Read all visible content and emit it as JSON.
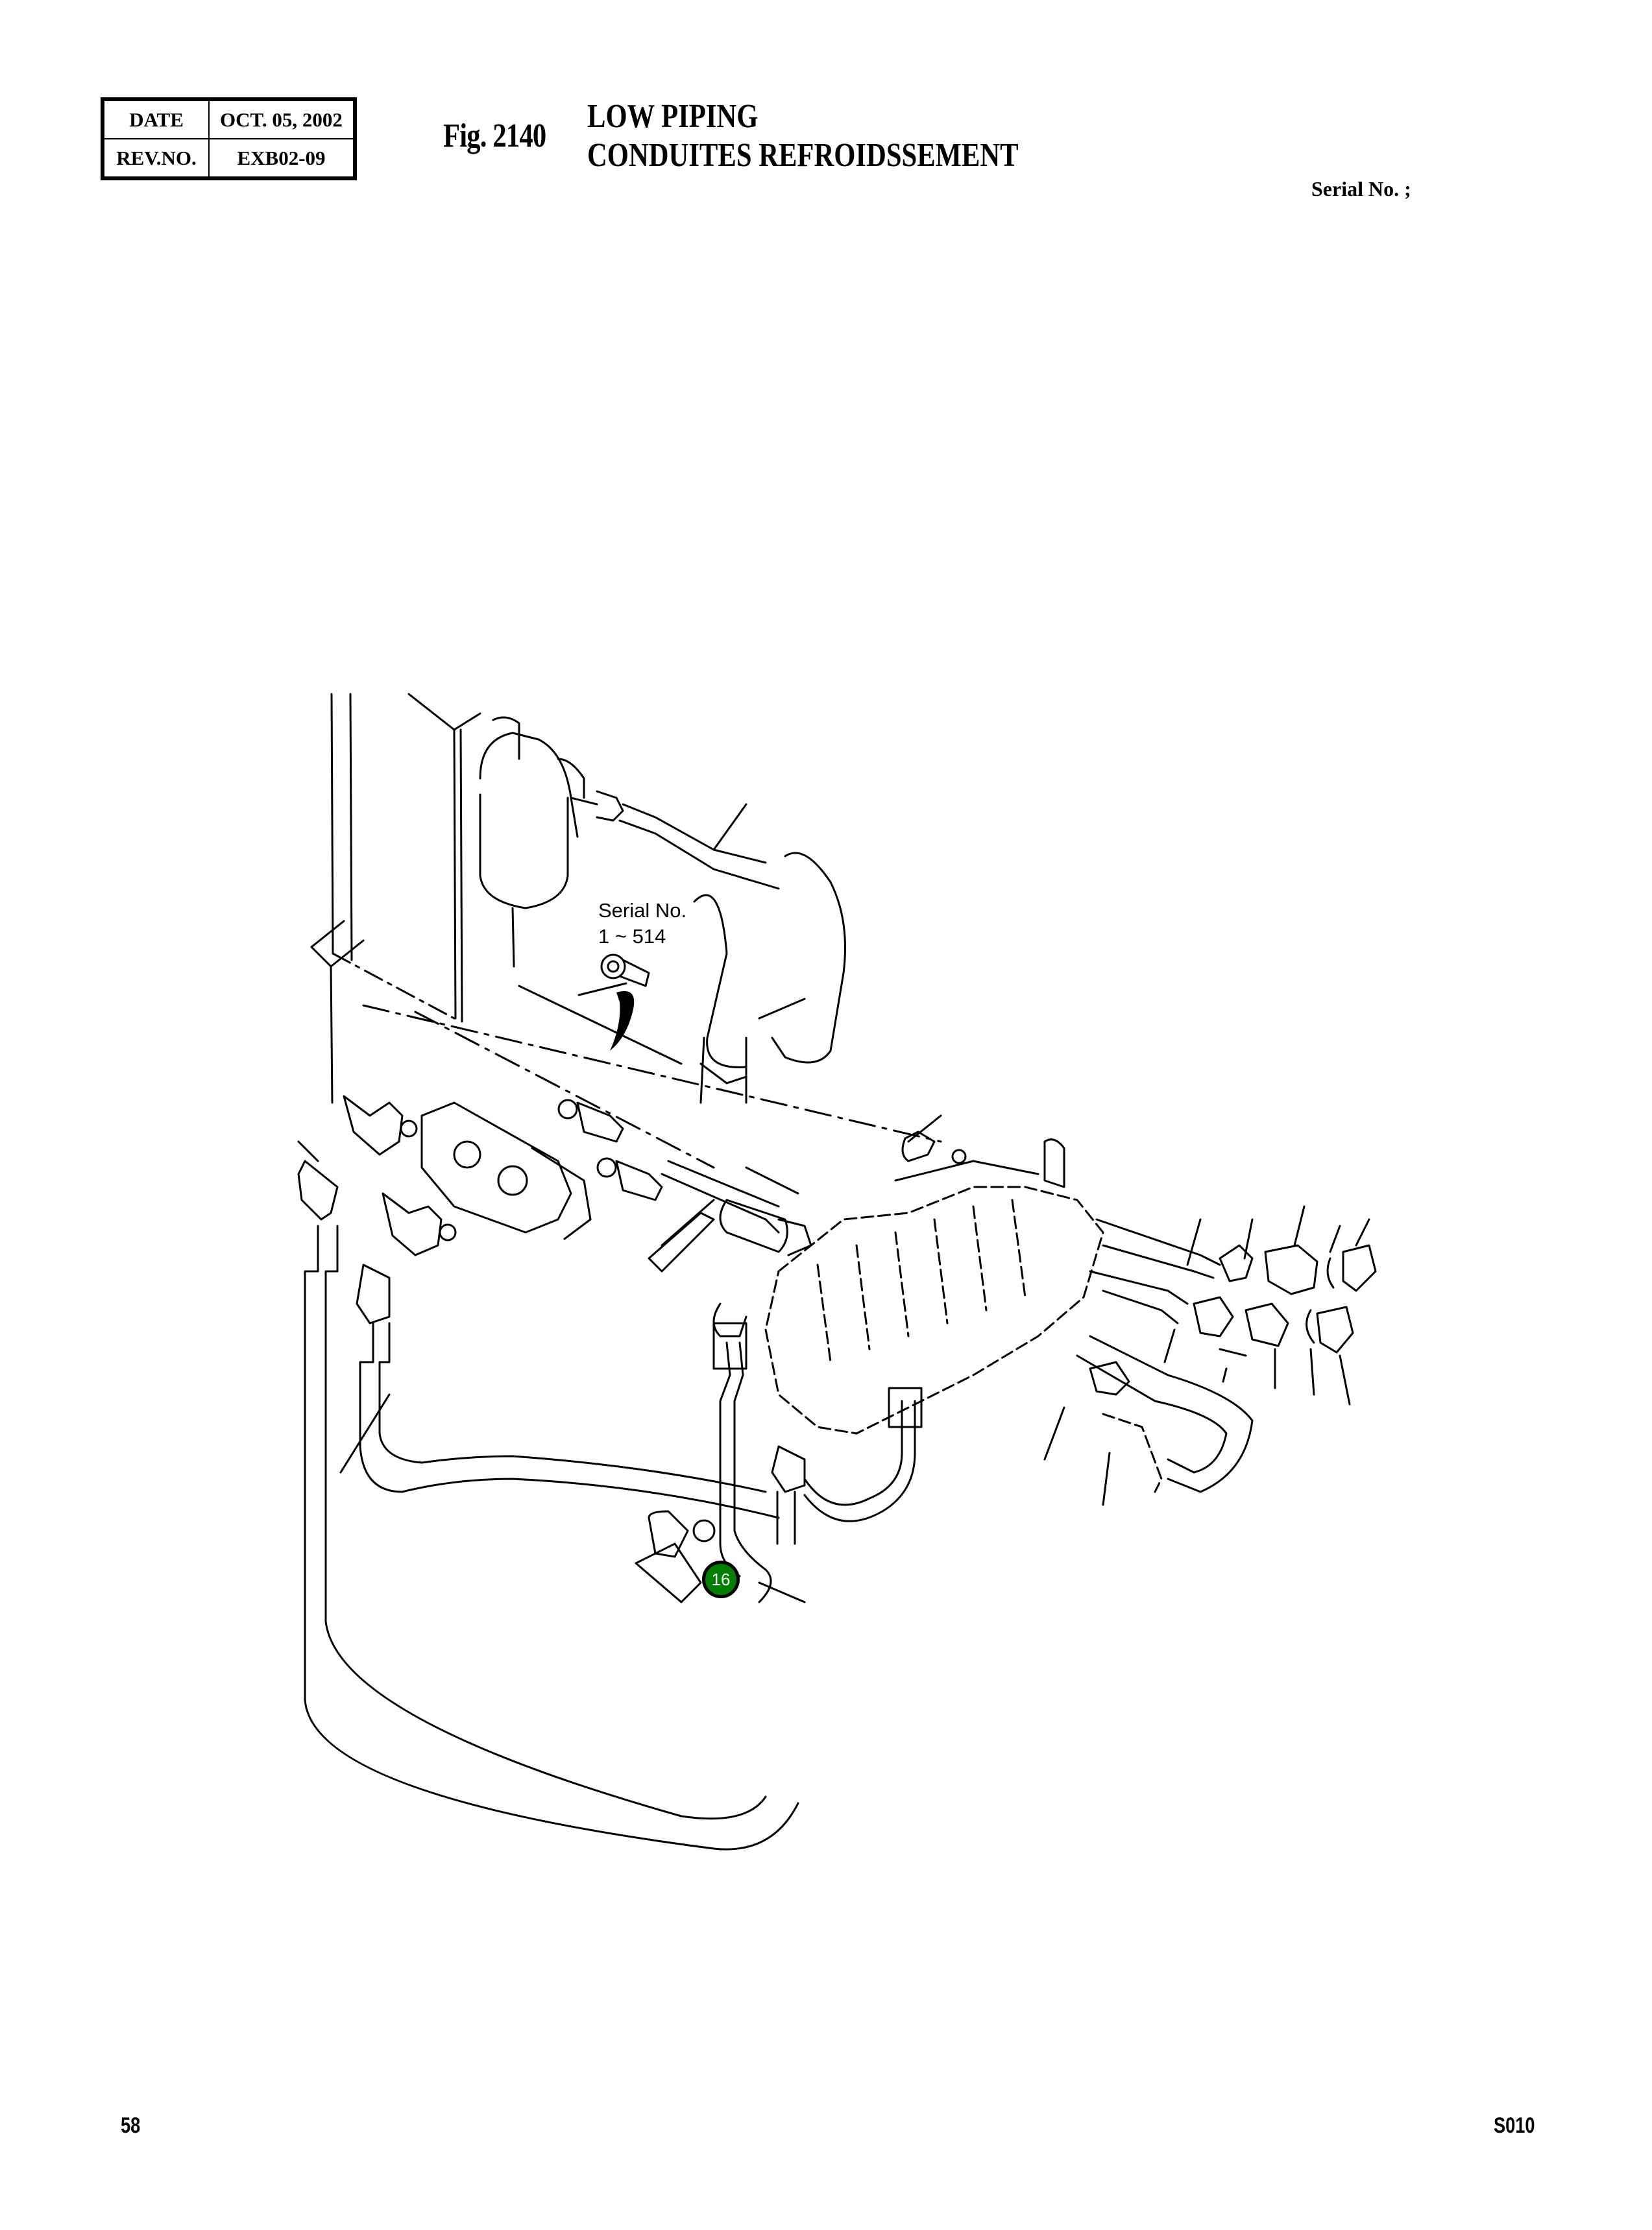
{
  "header": {
    "info_table": {
      "rows": [
        {
          "label": "DATE",
          "value": "OCT. 05, 2002"
        },
        {
          "label": "REV.NO.",
          "value": "EXB02-09"
        }
      ]
    },
    "figure_number": "Fig. 2140",
    "title_en": "LOW PIPING",
    "title_fr": "CONDUITES REFROIDSSEMENT",
    "serial_label": "Serial No. ;"
  },
  "diagram": {
    "description": "Exploded line-art view of low piping: radiator/oil filter, curved hose, hydraulic control valve block, fittings, clamps, elbows and return hoses",
    "serial_note": {
      "line1": "Serial No.",
      "line2": "1 ~ 514"
    },
    "callouts": [
      {
        "number": "16",
        "color": "#008000"
      }
    ],
    "line_color": "#000000"
  },
  "footer": {
    "page_number": "58",
    "doc_code": "S010"
  }
}
